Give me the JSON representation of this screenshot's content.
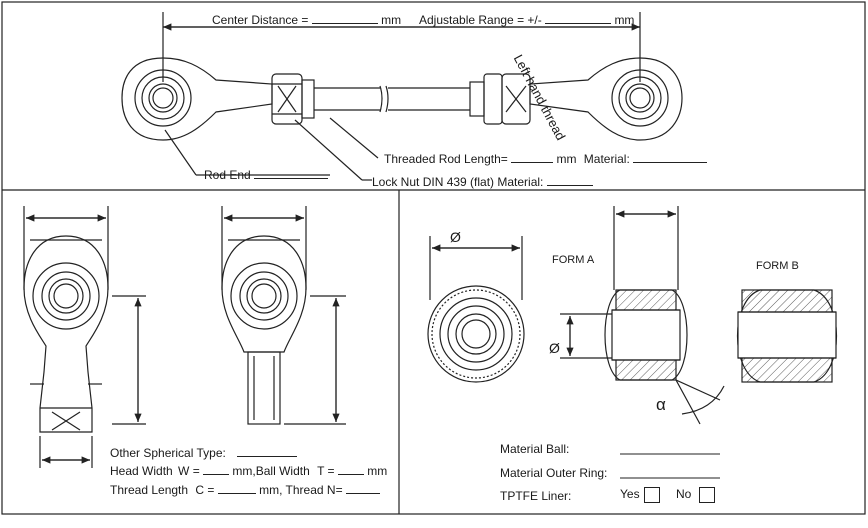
{
  "top": {
    "center_distance_label": "Center Distance =",
    "center_distance_unit": "mm",
    "adjustable_range_label": "Adjustable Range = +/-",
    "adjustable_range_unit": "mm",
    "left_hand_thread": "Left hand thread",
    "threaded_rod_label": "Threaded Rod Length=",
    "threaded_rod_unit": "mm",
    "material_label": "Material:",
    "rod_end_label": "Rod End",
    "lock_nut_label": "Lock Nut DIN 439 (flat) Material:"
  },
  "bottom_left": {
    "other_type_label": "Other Spherical Type:",
    "head_width_label": "Head Width",
    "head_width_symbol": "W =",
    "head_width_unit": "mm,Ball Width",
    "ball_width_symbol": "T =",
    "ball_width_unit": "mm",
    "thread_length_label": "Thread Length",
    "thread_length_symbol": "C =",
    "thread_length_unit": "mm, Thread N="
  },
  "bottom_right": {
    "diameter_symbol_1": "Ø",
    "diameter_symbol_2": "Ø",
    "form_a": "FORM A",
    "form_b": "FORM B",
    "alpha": "α",
    "material_ball_label": "Material Ball:",
    "material_outer_ring_label": "Material Outer Ring:",
    "ptfe_liner_label": "TPTFE Liner:",
    "yes_label": "Yes",
    "no_label": "No"
  }
}
